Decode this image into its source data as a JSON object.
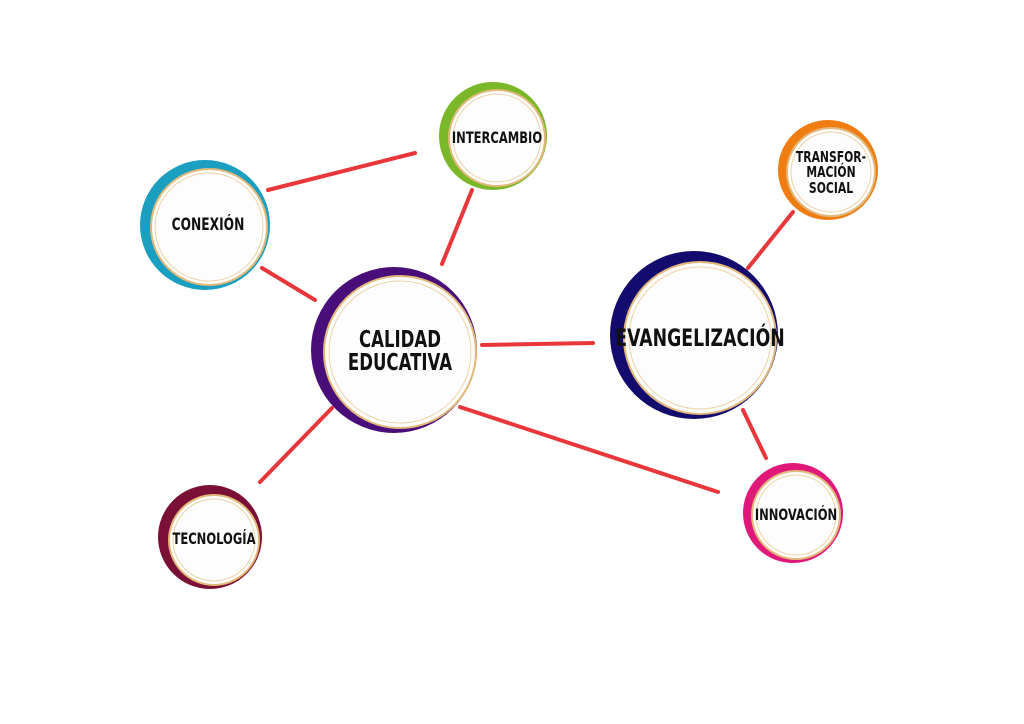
{
  "colors": {
    "connector": "#e8262a",
    "inner_ring": "#e2b97a",
    "calidad": "#4a0e7a",
    "evangelizacion": "#130b6e",
    "conexion": "#1a9fc0",
    "intercambio": "#7ab829",
    "transformacion": "#f07d12",
    "innovacion": "#e0187a",
    "tecnologia": "#7a1035"
  },
  "nodes": {
    "calidad": {
      "line1": "CALIDAD",
      "line2": "EDUCATIVA"
    },
    "evangelizacion": {
      "label": "EVANGELIZACIÓN"
    },
    "conexion": {
      "label": "CONEXIÓN"
    },
    "intercambio": {
      "label": "INTERCAMBIO"
    },
    "transformacion": {
      "line1": "TRANSFOR-",
      "line2": "MACIÓN",
      "line3": "SOCIAL"
    },
    "innovacion": {
      "label": "INNOVACIÓN"
    },
    "tecnologia": {
      "label": "TECNOLOGÍA"
    }
  },
  "edges": [
    {
      "from": "CONEXIÓN",
      "to": "INTERCAMBIO"
    },
    {
      "from": "CONEXIÓN",
      "to": "CALIDAD EDUCATIVA"
    },
    {
      "from": "INTERCAMBIO",
      "to": "CALIDAD EDUCATIVA"
    },
    {
      "from": "CALIDAD EDUCATIVA",
      "to": "EVANGELIZACIÓN"
    },
    {
      "from": "CALIDAD EDUCATIVA",
      "to": "TECNOLOGÍA"
    },
    {
      "from": "CALIDAD EDUCATIVA",
      "to": "INNOVACIÓN"
    },
    {
      "from": "EVANGELIZACIÓN",
      "to": "TRANSFORMACIÓN SOCIAL"
    },
    {
      "from": "EVANGELIZACIÓN",
      "to": "INNOVACIÓN"
    }
  ]
}
